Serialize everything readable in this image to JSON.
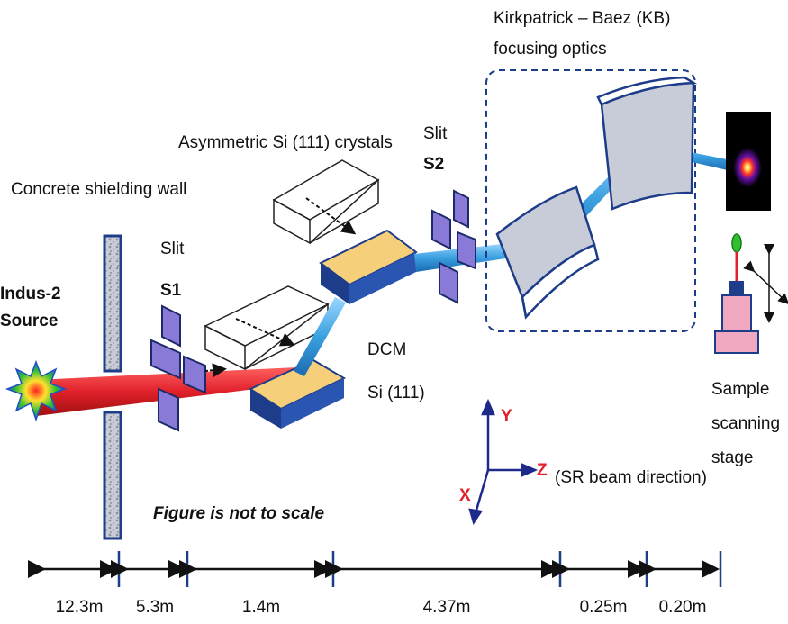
{
  "labels": {
    "kb_line1": "Kirkpatrick – Baez (KB)",
    "kb_line2": "focusing optics",
    "asym": "Asymmetric Si (111) crystals",
    "slit2": "Slit",
    "s2": "S2",
    "concrete": "Concrete shielding wall",
    "slit1": "Slit",
    "s1": "S1",
    "source1": "Indus-2",
    "source2": "Source",
    "dcm1": "DCM",
    "dcm2": "Si (111)",
    "sample1": "Sample",
    "sample2": "scanning",
    "sample3": "stage",
    "axis_y": "Y",
    "axis_z": "Z",
    "axis_x": "X",
    "beam_dir": "(SR beam direction)",
    "not_to_scale": "Figure is not to scale"
  },
  "distances": [
    "12.3m",
    "5.3m",
    "1.4m",
    "4.37m",
    "0.25m",
    "0.20m"
  ],
  "colors": {
    "beam_red": "#e0202a",
    "beam_blue": "#3aa0e0",
    "crystal_top": "#f5cf7a",
    "crystal_side": "#1d3d8a",
    "slit": "#8a7ad8",
    "kb_mirror": "#c8ccd8",
    "axis": "#1d2a8a"
  }
}
